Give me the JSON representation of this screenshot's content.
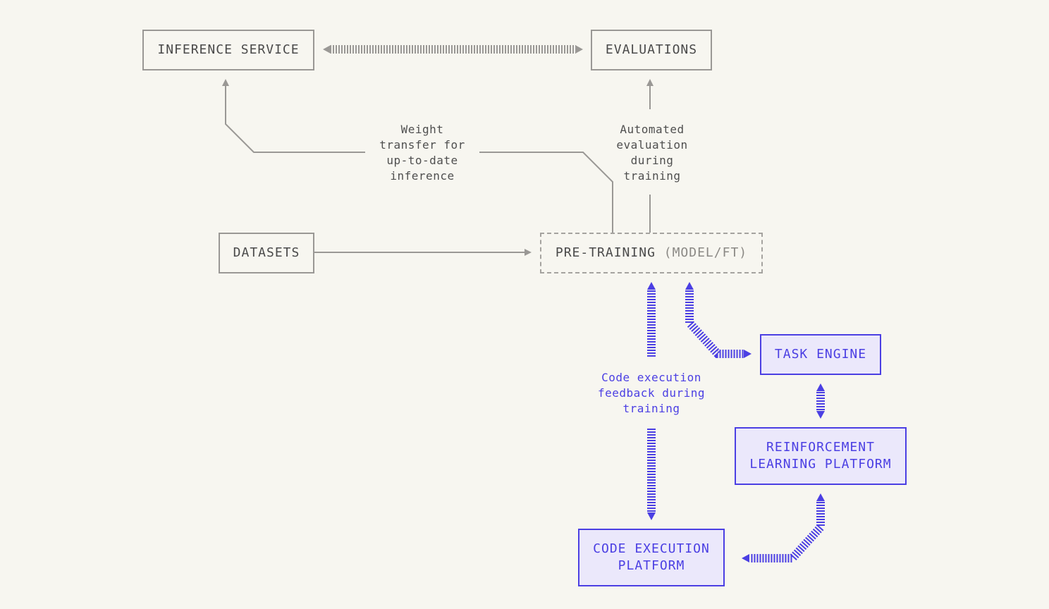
{
  "nodes": {
    "inference_service": "INFERENCE SERVICE",
    "evaluations": "EVALUATIONS",
    "datasets": "DATASETS",
    "pre_training": "PRE-TRAINING",
    "pre_training_sub": "(MODEL/FT)",
    "task_engine": "TASK ENGINE",
    "rl_platform": "REINFORCEMENT\nLEARNING PLATFORM",
    "code_execution_platform": "CODE EXECUTION\nPLATFORM"
  },
  "labels": {
    "weight_transfer": "Weight\ntransfer for\nup-to-date\ninference",
    "automated_evaluation": "Automated\nevaluation\nduring\ntraining",
    "code_execution_feedback": "Code execution\nfeedback during\ntraining"
  },
  "colors": {
    "gray_line": "#9a9895",
    "blue_accent": "#4b3fe3",
    "blue_fill": "#ebe8fb",
    "background": "#f7f6f0"
  }
}
